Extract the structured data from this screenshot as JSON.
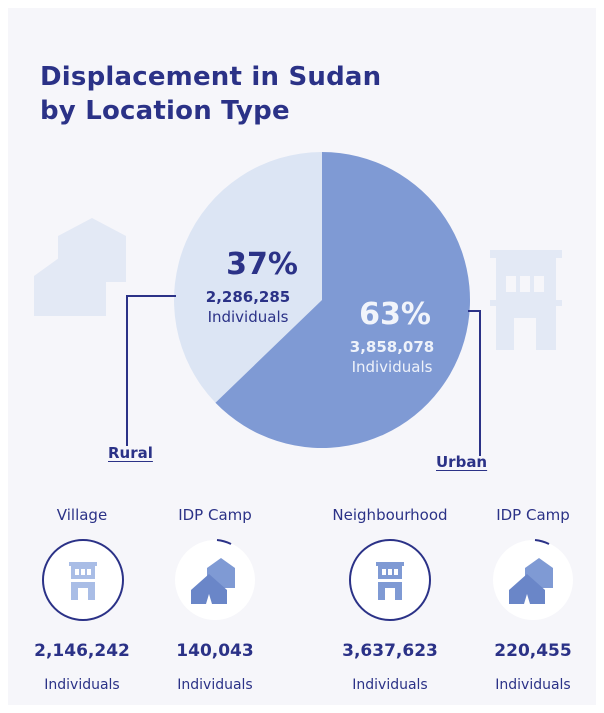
{
  "title_line1": "Displacement in Sudan",
  "title_line2": "by Location Type",
  "colors": {
    "navy": "#2b3287",
    "urban": "#7f9ad4",
    "rural": "#dce5f4",
    "background": "#f6f6fa",
    "decorative": "#e3e9f5",
    "icon_light": "#a9bde6",
    "icon_mid": "#7f9ad4"
  },
  "chart_data": {
    "type": "pie",
    "slices": [
      {
        "name": "Urban",
        "percent_label": "63%",
        "percent": 63,
        "value": 3858078,
        "value_label": "3,858,078",
        "unit": "Individuals"
      },
      {
        "name": "Rural",
        "percent_label": "37%",
        "percent": 37,
        "value": 2286285,
        "value_label": "2,286,285",
        "unit": "Individuals"
      }
    ]
  },
  "categories": {
    "rural": {
      "label": "Rural",
      "items": [
        {
          "name": "Village",
          "value": "2,146,242",
          "unit": "Individuals",
          "icon": "building-icon",
          "ring": true
        },
        {
          "name": "IDP Camp",
          "value": "140,043",
          "unit": "Individuals",
          "icon": "tent-icon",
          "ring": false
        }
      ]
    },
    "urban": {
      "label": "Urban",
      "items": [
        {
          "name": "Neighbourhood",
          "value": "3,637,623",
          "unit": "Individuals",
          "icon": "building-icon",
          "ring": true
        },
        {
          "name": "IDP Camp",
          "value": "220,455",
          "unit": "Individuals",
          "icon": "tent-icon",
          "ring": false
        }
      ]
    }
  }
}
